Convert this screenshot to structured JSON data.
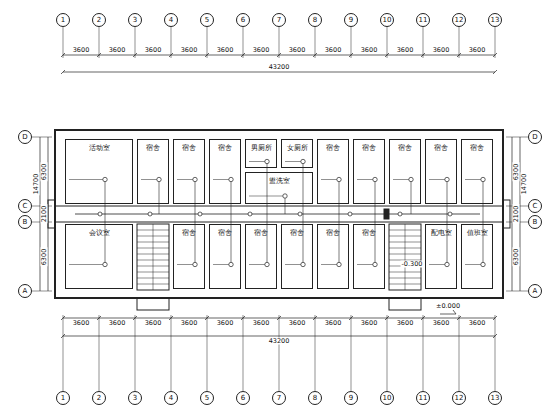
{
  "diagram": {
    "nodes": [
      {
        "text": [
          "活动室"
        ]
      },
      {
        "text": [
          "宿舍"
        ]
      },
      {
        "text": [
          "宿舍"
        ]
      },
      {
        "text": [
          "宿舍"
        ]
      },
      {
        "text": [
          "男厕所"
        ]
      },
      {
        "text": [
          "女厕所"
        ]
      },
      {
        "text": [
          "盥洗室"
        ]
      },
      {
        "text": [
          "宿舍"
        ]
      },
      {
        "text": [
          "宿舍"
        ]
      },
      {
        "text": [
          "宿舍"
        ]
      },
      {
        "text": [
          "宿舍"
        ]
      },
      {
        "text": [
          "宿舍"
        ]
      },
      {
        "text": [
          "会议室"
        ]
      },
      {
        "text": [
          "宿舍"
        ]
      },
      {
        "text": [
          "宿舍"
        ]
      },
      {
        "text": [
          "宿舍"
        ]
      },
      {
        "text": [
          "宿舍"
        ]
      },
      {
        "text": [
          "宿舍"
        ]
      },
      {
        "text": [
          "宿舍"
        ]
      },
      {
        "text": [
          "配电室"
        ]
      },
      {
        "text": [
          "值班室"
        ]
      }
    ],
    "edges": [],
    "labels": [
      "1",
      "2",
      "3",
      "4",
      "5",
      "6",
      "7",
      "8",
      "9",
      "10",
      "11",
      "12",
      "13",
      "3600",
      "3600",
      "3600",
      "3600",
      "3600",
      "3600",
      "3600",
      "3600",
      "3600",
      "3600",
      "3600",
      "3600",
      "43200",
      "3600",
      "3600",
      "3600",
      "3600",
      "3600",
      "3600",
      "3600",
      "3600",
      "3600",
      "3600",
      "3600",
      "3600",
      "43200",
      "1",
      "2",
      "3",
      "4",
      "5",
      "6",
      "7",
      "8",
      "9",
      "10",
      "11",
      "12",
      "13",
      "D",
      "C",
      "B",
      "A",
      "6300",
      "2100",
      "6300",
      "14700",
      "D",
      "C",
      "B",
      "A",
      "6300",
      "2100",
      "6300",
      "14700",
      "±0.000",
      "-0.300"
    ]
  }
}
